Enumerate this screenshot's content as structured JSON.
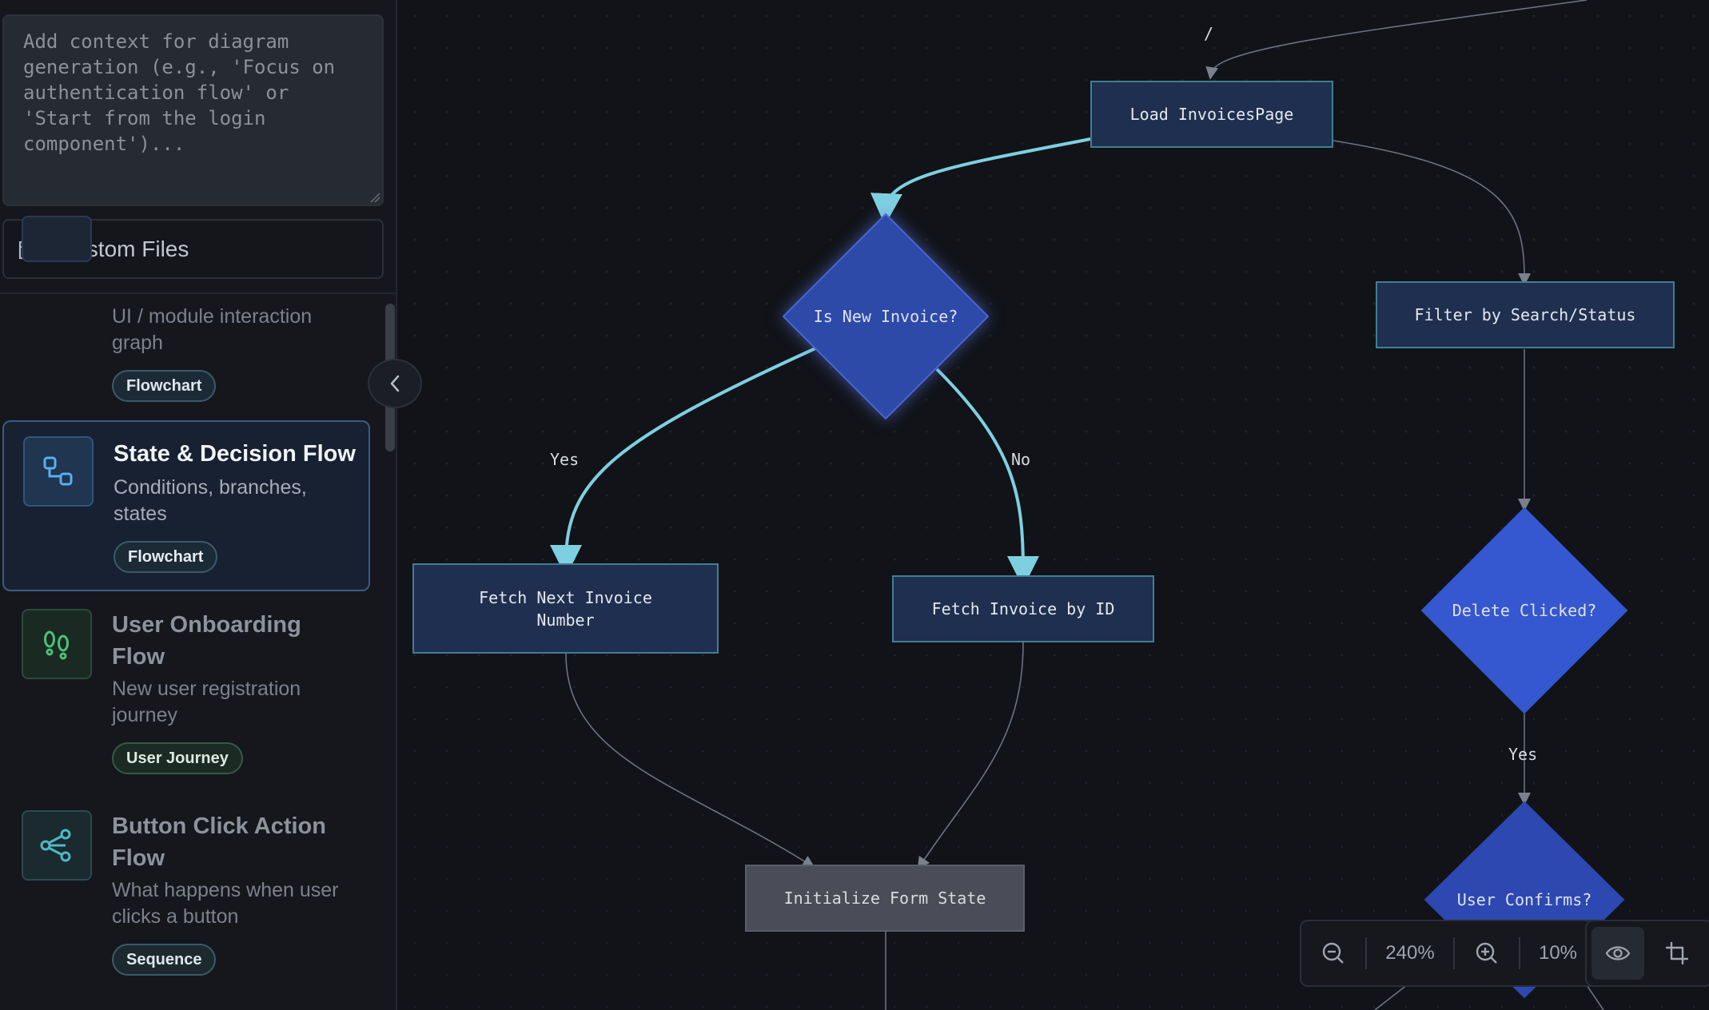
{
  "sidebar": {
    "context_placeholder": "Add context for diagram generation (e.g., 'Focus on authentication flow' or 'Start from the login component')...",
    "custom_files_label": "Custom Files",
    "items": [
      {
        "title": "",
        "description": "UI / module interaction graph",
        "tag": "Flowchart",
        "icon": "module-graph-icon"
      },
      {
        "title": "State & Decision Flow",
        "description": "Conditions, branches, states",
        "tag": "Flowchart",
        "icon": "decision-flow-icon",
        "selected": true
      },
      {
        "title": "User Onboarding Flow",
        "description": "New user registration journey",
        "tag": "User Journey",
        "icon": "footsteps-icon"
      },
      {
        "title": "Button Click Action Flow",
        "description": "What happens when user clicks a button",
        "tag": "Sequence",
        "icon": "workflow-icon"
      }
    ]
  },
  "diagram": {
    "top_label": "/",
    "nodes": {
      "load_invoices": "Load InvoicesPage",
      "is_new_invoice": "Is New Invoice?",
      "filter": "Filter by Search/Status",
      "fetch_next": "Fetch Next Invoice Number",
      "fetch_by_id": "Fetch Invoice by ID",
      "delete_clicked": "Delete Clicked?",
      "init_form": "Initialize Form State",
      "user_confirms": "User Confirms?"
    },
    "edge_labels": {
      "yes_left": "Yes",
      "no": "No",
      "yes_right": "Yes"
    }
  },
  "toolbar": {
    "zoom_level": "240%",
    "step_value": "10%"
  },
  "colors": {
    "accent_edge": "#7ed0e0",
    "edge": "#6c7280",
    "diamond_fill": "#2e4aa8",
    "diamond_bright": "#3557cf",
    "node_fill": "#1f2f4f",
    "node_border": "#3f7f92"
  }
}
